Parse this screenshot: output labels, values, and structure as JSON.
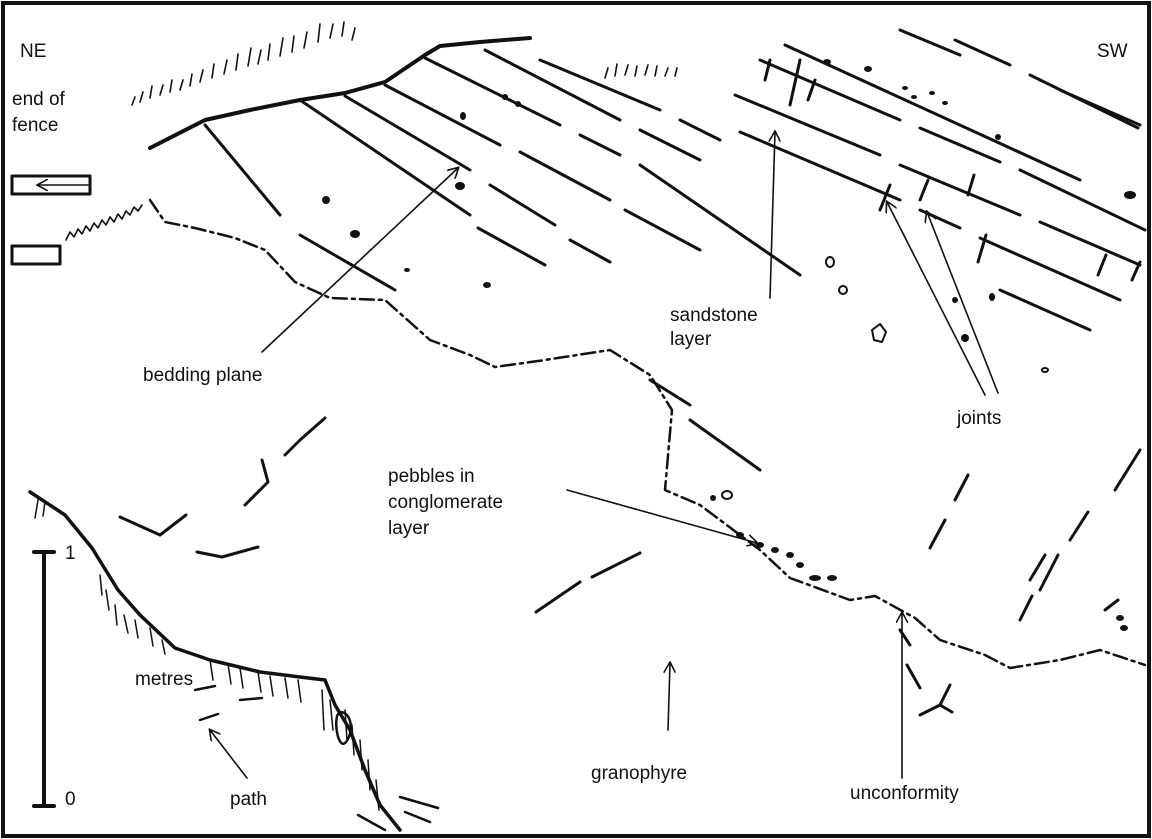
{
  "orientation": {
    "left": "NE",
    "right": "SW"
  },
  "labels": {
    "fence": [
      "end of",
      "fence"
    ],
    "bedding_plane": "bedding plane",
    "sandstone_layer": [
      "sandstone",
      "layer"
    ],
    "joints": "joints",
    "pebbles": [
      "pebbles in",
      "conglomerate",
      "layer"
    ],
    "granophyre": "granophyre",
    "unconformity": "unconformity",
    "path": "path",
    "metres": "metres"
  },
  "scale_bar": {
    "top": "1",
    "bottom": "0"
  },
  "colors": {
    "ink": "#111111",
    "background": "#ffffff"
  }
}
